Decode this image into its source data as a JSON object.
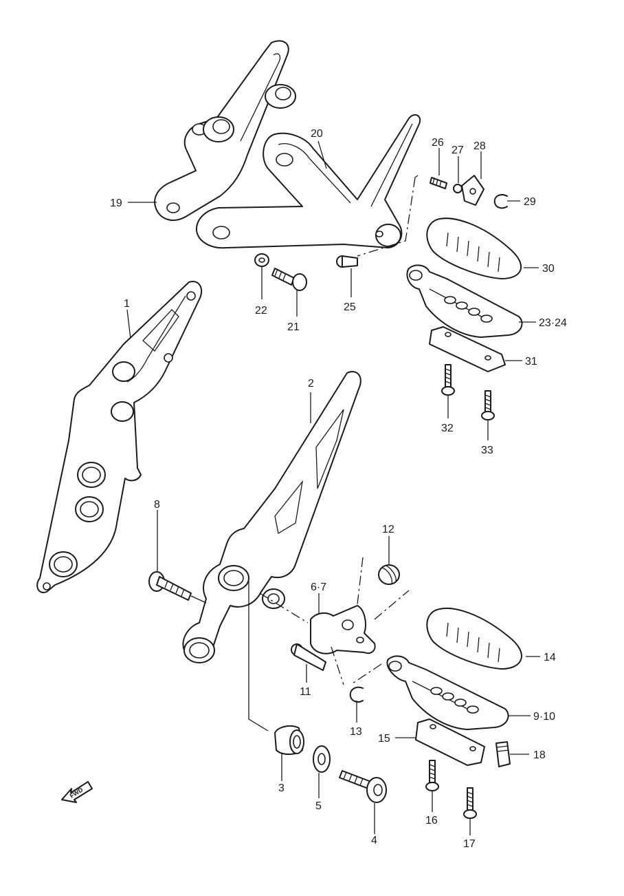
{
  "diagram": {
    "callouts": [
      {
        "id": "c19",
        "label": "19"
      },
      {
        "id": "c20",
        "label": "20"
      },
      {
        "id": "c26",
        "label": "26"
      },
      {
        "id": "c27",
        "label": "27"
      },
      {
        "id": "c28",
        "label": "28"
      },
      {
        "id": "c29",
        "label": "29"
      },
      {
        "id": "c30",
        "label": "30"
      },
      {
        "id": "c22",
        "label": "22"
      },
      {
        "id": "c21",
        "label": "21"
      },
      {
        "id": "c25",
        "label": "25"
      },
      {
        "id": "c2324",
        "label": "23·24"
      },
      {
        "id": "c31",
        "label": "31"
      },
      {
        "id": "c32",
        "label": "32"
      },
      {
        "id": "c33",
        "label": "33"
      },
      {
        "id": "c1",
        "label": "1"
      },
      {
        "id": "c2",
        "label": "2"
      },
      {
        "id": "c8",
        "label": "8"
      },
      {
        "id": "c12",
        "label": "12"
      },
      {
        "id": "c67",
        "label": "6·7"
      },
      {
        "id": "c14",
        "label": "14"
      },
      {
        "id": "c11",
        "label": "11"
      },
      {
        "id": "c910",
        "label": "9·10"
      },
      {
        "id": "c13",
        "label": "13"
      },
      {
        "id": "c15",
        "label": "15"
      },
      {
        "id": "c18",
        "label": "18"
      },
      {
        "id": "c3",
        "label": "3"
      },
      {
        "id": "c5",
        "label": "5"
      },
      {
        "id": "c4",
        "label": "4"
      },
      {
        "id": "c16",
        "label": "16"
      },
      {
        "id": "c17",
        "label": "17"
      }
    ],
    "fwd_label": "FWD"
  }
}
